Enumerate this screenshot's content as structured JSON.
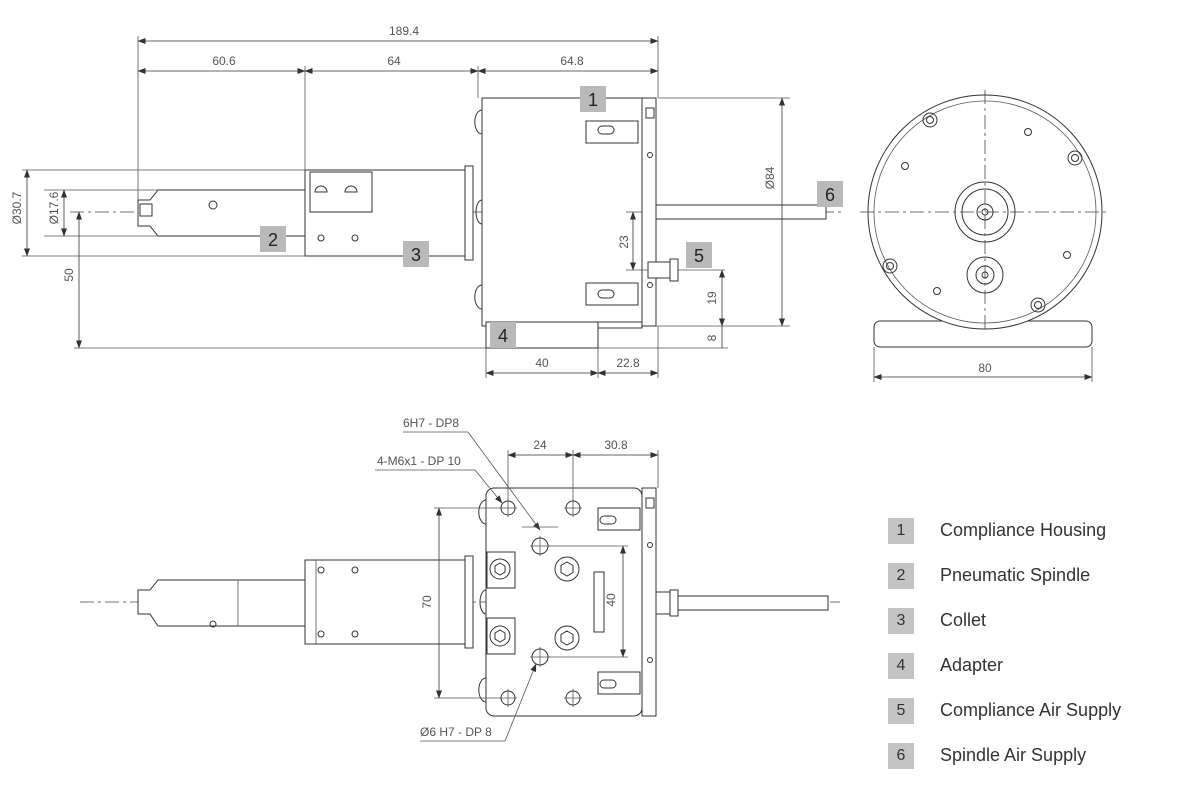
{
  "dimensions": {
    "overall_length": "189.4",
    "spindle_length": "60.6",
    "collet_length": "64",
    "housing_length": "64.8",
    "outer_diameter_collet": "Ø30.7",
    "spindle_diameter": "Ø17.6",
    "center_height": "50",
    "housing_diameter": "Ø84",
    "air_offset": "23",
    "air_height": "19",
    "base_thickness": "8",
    "adapter_length": "40",
    "adapter_overhang": "22.8",
    "flange_width": "80",
    "hole_pitch_x": "24",
    "hole_offset_x": "30.8",
    "hole_spacing_outer": "70",
    "hole_spacing_inner": "40"
  },
  "callouts": {
    "dowel_top": "6H7 - DP8",
    "thread": "4-M6x1 - DP 10",
    "dowel_bottom": "Ø6 H7 - DP 8"
  },
  "tags": [
    "1",
    "2",
    "3",
    "4",
    "5",
    "6"
  ],
  "legend": [
    {
      "num": "1",
      "label": "Compliance Housing"
    },
    {
      "num": "2",
      "label": "Pneumatic Spindle"
    },
    {
      "num": "3",
      "label": "Collet"
    },
    {
      "num": "4",
      "label": "Adapter"
    },
    {
      "num": "5",
      "label": "Compliance Air Supply"
    },
    {
      "num": "6",
      "label": "Spindle Air Supply"
    }
  ]
}
